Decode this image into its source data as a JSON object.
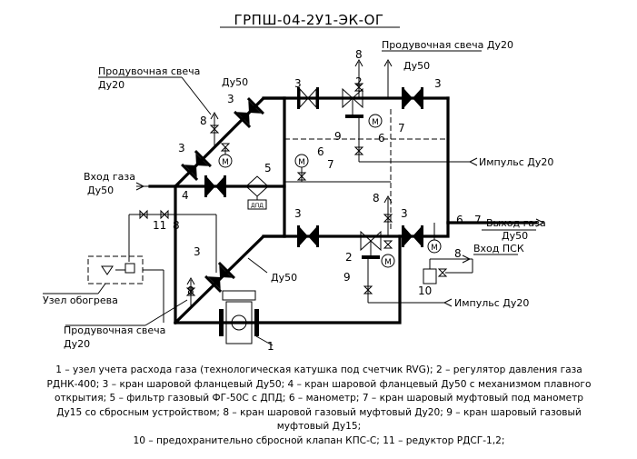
{
  "title": "ГРПШ-04-2У1-ЭК-ОГ",
  "labels": {
    "purge_top": "Продувочная свеча Ду20",
    "purge_left": "Продувочная свеча",
    "purge_left_dn": "Ду20",
    "purge_bottom": "Продувочная свеча",
    "purge_bottom_dn": "Ду20",
    "inlet": "Вход газа",
    "inlet_dn": "Ду50",
    "outlet": "Выход газа",
    "outlet_dn": "Ду50",
    "psk_inlet": "Вход ПСК",
    "impulse_top": "Импульс Ду20",
    "impulse_bottom": "Импульс Ду20",
    "dn50_top_left": "Ду50",
    "dn50_top_right": "Ду50",
    "dn50_bottom": "Ду50",
    "heating_node": "Узел обогрева",
    "filter_dpd": "ДПД",
    "gauge_letter": "M"
  },
  "numbers": [
    "1",
    "2",
    "3",
    "4",
    "5",
    "6",
    "7",
    "8",
    "9",
    "10",
    "11"
  ],
  "legend": [
    "1 – узел учета расхода газа (технологическая катушка под счетчик RVG); 2 – регулятор давления газа",
    "РДНК-400; 3 – кран шаровой фланцевый Ду50; 4 – кран шаровой фланцевый Ду50 с механизмом плавного",
    "открытия; 5 – фильтр газовый ФГ-50С с ДПД; 6 – манометр; 7 – кран шаровый муфтовый под манометр",
    "Ду15 со сбросным устройством; 8 – кран шаровой газовый муфтовый Ду20; 9 – кран шаровый газовый",
    "муфтовый Ду15;",
    "10 – предохранительно сбросной клапан КПС-С; 11 – редуктор РДСГ-1,2;"
  ]
}
